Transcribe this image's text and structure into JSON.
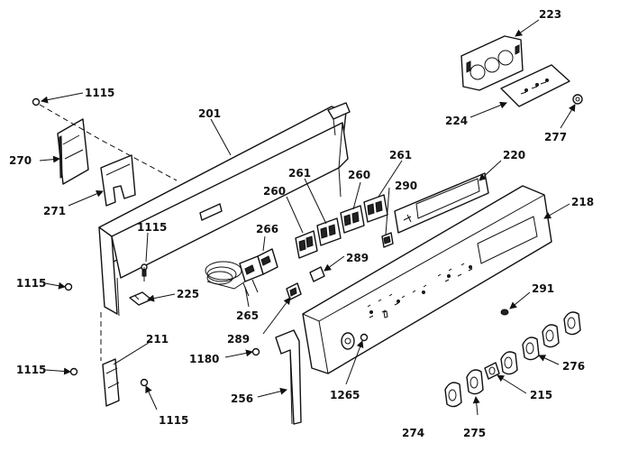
{
  "labels": {
    "p223": "223",
    "p224": "224",
    "p277": "277",
    "p1115a": "1115",
    "p201": "201",
    "p270": "270",
    "p271": "271",
    "p261a": "261",
    "p260a": "260",
    "p261b": "261",
    "p260b": "260",
    "p220": "220",
    "p290": "290",
    "p218": "218",
    "p1115b": "1115",
    "p266": "266",
    "p289a": "289",
    "p1115c": "1115",
    "p225": "225",
    "p265": "265",
    "p291": "291",
    "p289b": "289",
    "p211": "211",
    "p1180": "1180",
    "p276": "276",
    "p1115d": "1115",
    "p1265": "1265",
    "p215": "215",
    "p1115e": "1115",
    "p256": "256",
    "p274": "274",
    "p275": "275"
  }
}
